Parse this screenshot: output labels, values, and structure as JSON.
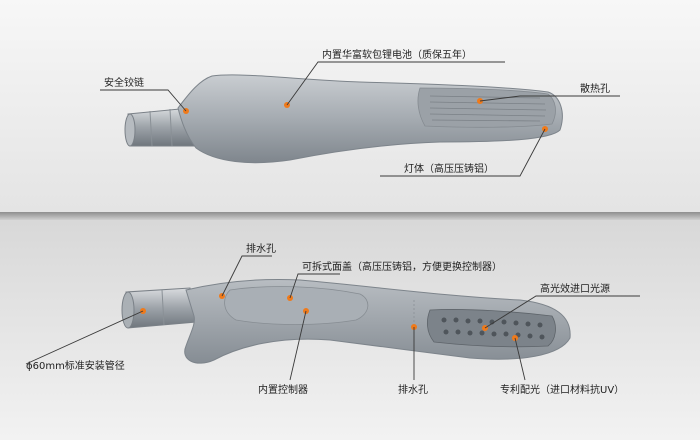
{
  "top_view": {
    "callouts": {
      "battery": "内置华富软包锂电池（质保五年）",
      "hinge": "安全铰链",
      "heat_holes": "散热孔",
      "body": "灯体（高压压铸铝）"
    }
  },
  "bottom_view": {
    "callouts": {
      "drain_hole_top": "排水孔",
      "cover": "可拆式面盖（高压压铸铝，方便更换控制器）",
      "light_source": "高光效进口光源",
      "pipe": "ɸ60mm标准安装管径",
      "controller": "内置控制器",
      "drain_hole_bottom": "排水孔",
      "optics": "专利配光（进口材料抗UV）"
    }
  },
  "colors": {
    "marker": "#f07a1a",
    "line": "#3a3a3a",
    "lamp_body": "#9aa0a6"
  }
}
